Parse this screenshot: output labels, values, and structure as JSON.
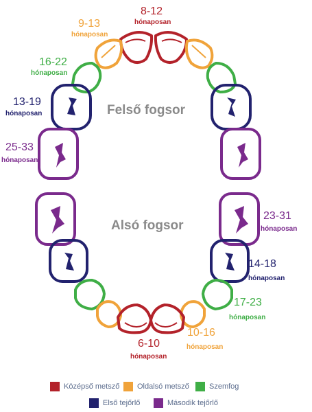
{
  "colors": {
    "kozepso": "#b3222a",
    "oldalso": "#f0a33a",
    "szemfog": "#3fae46",
    "elso": "#22226e",
    "masodik": "#7a2a8c"
  },
  "jaw": {
    "upper_title": "Felső fogsor",
    "lower_title": "Alsó fogsor"
  },
  "labels": {
    "upper_kozepso": {
      "range": "8-12",
      "unit": "hónaposan"
    },
    "upper_oldalso": {
      "range": "9-13",
      "unit": "hónaposan"
    },
    "upper_szemfog": {
      "range": "16-22",
      "unit": "hónaposan"
    },
    "upper_elso": {
      "range": "13-19",
      "unit": "hónaposan"
    },
    "upper_masodik": {
      "range": "25-33",
      "unit": "hónaposan"
    },
    "lower_masodik": {
      "range": "23-31",
      "unit": "hónaposan"
    },
    "lower_elso": {
      "range": "14-18",
      "unit": "hónaposan"
    },
    "lower_szemfog": {
      "range": "17-23",
      "unit": "hónaposan"
    },
    "lower_oldalso": {
      "range": "10-16",
      "unit": "hónaposan"
    },
    "lower_kozepso": {
      "range": "6-10",
      "unit": "hónaposan"
    }
  },
  "legend": [
    {
      "label": "Középső metsző",
      "color": "#b3222a"
    },
    {
      "label": "Oldalsó metsző",
      "color": "#f0a33a"
    },
    {
      "label": "Szemfog",
      "color": "#3fae46"
    },
    {
      "label": "Első tejőrlő",
      "color": "#22226e"
    },
    {
      "label": "Második tejőrlő",
      "color": "#7a2a8c"
    }
  ]
}
